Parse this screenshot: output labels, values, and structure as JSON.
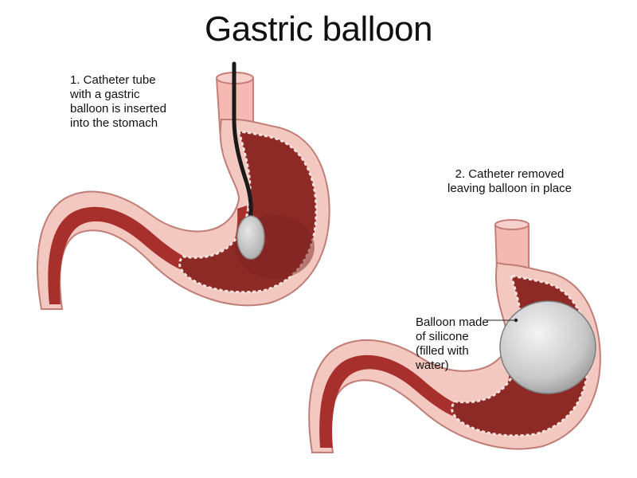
{
  "title": "Gastric balloon",
  "step1": {
    "lines": [
      "1. Catheter tube",
      "with a gastric",
      "balloon is inserted",
      "into the stomach"
    ]
  },
  "step2": {
    "lines": [
      "2. Catheter removed",
      "leaving balloon in place"
    ]
  },
  "balloon_label": {
    "lines": [
      "Balloon made",
      "of silicone",
      "(filled with",
      "water)"
    ]
  },
  "colors": {
    "stomach_wall": "#f2c8c0",
    "stomach_lining": "#a8302c",
    "stomach_inner": "#8e2a26",
    "esophagus": "#f4b9b3",
    "balloon": "#d2d2d2",
    "catheter": "#1a1a1a"
  }
}
